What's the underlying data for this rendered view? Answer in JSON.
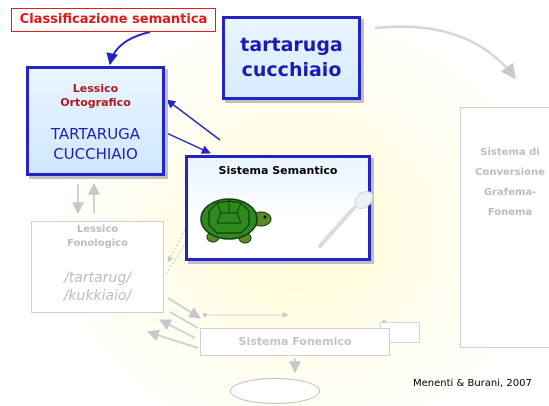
{
  "title": "Classificazione semantica",
  "input_words": [
    "tartaruga",
    "cucchiaio"
  ],
  "lessico_ortografico": {
    "label_line1": "Lessico",
    "label_line2": "Ortografico",
    "words": [
      "TARTARUGA",
      "CUCCHIAIO"
    ]
  },
  "sistema_semantico": {
    "label": "Sistema Semantico",
    "images": [
      "turtle-icon",
      "spoon-icon"
    ]
  },
  "lessico_fonologico": {
    "label_line1": "Lessico",
    "label_line2": "Fonologico",
    "words": [
      "/tartarug/",
      "/kukkiaio/"
    ]
  },
  "conversione": [
    "Sistema di",
    "Conversione",
    "Grafema-",
    "Fonema"
  ],
  "sistema_fonemico": "Sistema Fonemico",
  "citation": "Menenti & Burani, 2007",
  "colors": {
    "title_red": "#e01818",
    "active_blue": "#2323c8",
    "inactive_gray": "#bdbdbd"
  }
}
